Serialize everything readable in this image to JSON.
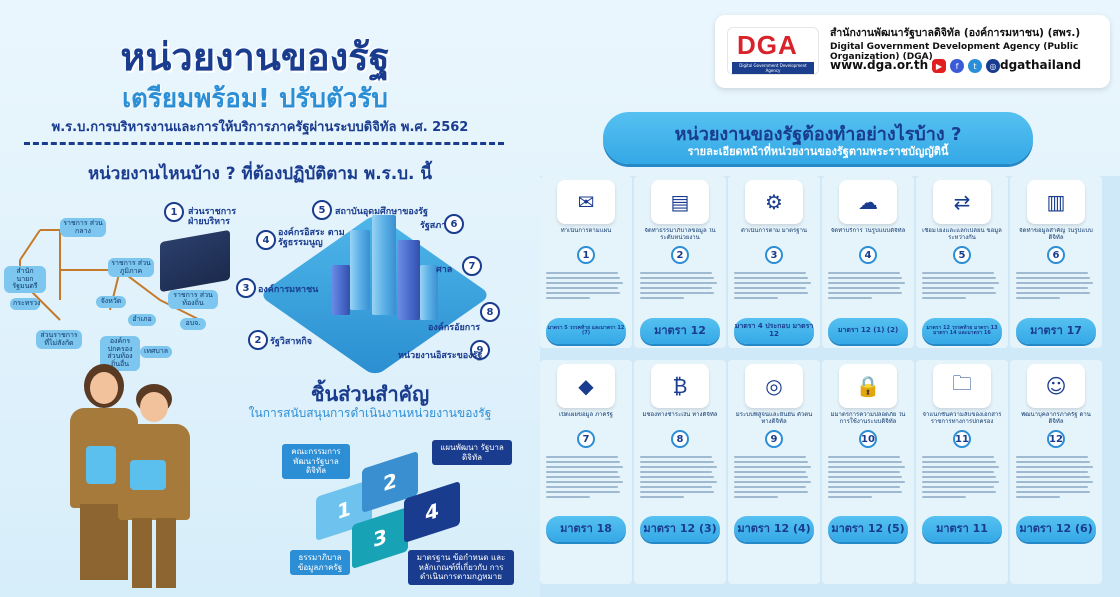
{
  "left": {
    "title": "หน่วยงานของรัฐ",
    "subtitle": "เตรียมพร้อม! ปรับตัวรับ",
    "decree": "พ.ร.บ.การบริหารงานและการให้บริการภาครัฐผ่านระบบดิจิทัล พ.ศ. 2562",
    "question": "หน่วยงานไหนบ้าง ? ที่ต้องปฏิบัติตาม พ.ร.บ. นี้",
    "org_chart": {
      "top_label": "ส่วนราชการ ฝ่ายบริหาร",
      "boxes": [
        "ราชการ ส่วนกลาง",
        "ราชการ ส่วนภูมิภาค",
        "ราชการ ส่วนท้องถิ่น",
        "สำนัก นายกรัฐมนตรี",
        "กระทรวง",
        "จังหวัด",
        "อำเภอ",
        "อบจ.",
        "เทศบาล",
        "ส่วนราชการที่ไม่สังกัด",
        "องค์กรปกครอง ส่วนท้องถิ่นอื่น"
      ]
    },
    "city_items": [
      {
        "num": "1",
        "label": "ส่วนราชการฝ่ายบริหาร"
      },
      {
        "num": "2",
        "label": "รัฐวิสาหกิจ"
      },
      {
        "num": "3",
        "label": "องค์การมหาชน"
      },
      {
        "num": "4",
        "label": "องค์กรอิสระ ตามรัฐธรรมนูญ"
      },
      {
        "num": "5",
        "label": "สถาบันอุดมศึกษาของรัฐ"
      },
      {
        "num": "6",
        "label": "รัฐสภา"
      },
      {
        "num": "7",
        "label": "ศาล"
      },
      {
        "num": "8",
        "label": "องค์กรอัยการ"
      },
      {
        "num": "9",
        "label": "หน่วยงานอิสระของรัฐ"
      }
    ],
    "components": {
      "title": "ชิ้นส่วนสำคัญ",
      "subtitle": "ในการสนับสนุนการดำเนินงานหน่วยงานของรัฐ",
      "tags": [
        "คณะกรรมการ พัฒนารัฐบาลดิจิทัล",
        "แผนพัฒนา รัฐบาลดิจิทัล",
        "ธรรมาภิบาล ข้อมูลภาครัฐ",
        "มาตรฐาน ข้อกำหนด และหลักเกณฑ์ที่เกี่ยวกับ การดำเนินการตามกฎหมาย"
      ],
      "pieces": [
        "1",
        "2",
        "3",
        "4"
      ]
    }
  },
  "dga": {
    "logo": "DGA",
    "logo_caption": "Digital Government Development Agency",
    "name_th": "สำนักงานพัฒนารัฐบาลดิจิทัล (องค์การมหาชน) (สพร.)",
    "name_en": "Digital Government Development Agency (Public Organization) (DGA)",
    "website": "www.dga.or.th",
    "handle": "dgathailand",
    "social_icons": [
      "youtube-icon",
      "facebook-icon",
      "twitter-icon",
      "instagram-icon"
    ],
    "colors": {
      "red": "#d8232a",
      "blue": "#1c3f8d"
    }
  },
  "right": {
    "banner_title": "หน่วยงานของรัฐต้องทำอย่างไรบ้าง ?",
    "banner_subtitle": "รายละเอียดหน้าที่หน่วยงานของรัฐตามพระราชบัญญัตินี้",
    "duties": [
      {
        "num": "1",
        "icon": "✉",
        "title": "ทำเนินการตามแผน",
        "section": "มาตรา 5 วรรคท้าย และมาตรา 12 (7)"
      },
      {
        "num": "2",
        "icon": "▤",
        "title": "จัดทำธรรมาภิบาลข้อมูล ในระดับหน่วยงาน",
        "section": "มาตรา 12"
      },
      {
        "num": "3",
        "icon": "⚙",
        "title": "ดำเนินการตาม มาตรฐาน",
        "section": "มาตรา 4 ประกอบ มาตรา 12"
      },
      {
        "num": "4",
        "icon": "☁",
        "title": "จัดทำบริการ ในรูปแบบดิจิทัล",
        "section": "มาตรา 12 (1) (2)"
      },
      {
        "num": "5",
        "icon": "⇄",
        "title": "เชื่อมโยงและแลกเปลี่ยน ข้อมูลระหว่างกัน",
        "section": "มาตรา 12 วรรคท้าย มาตรา 13 มาตรา 14 และมาตรา 16"
      },
      {
        "num": "6",
        "icon": "▥",
        "title": "จัดทำข้อมูลสำคัญ ในรูปแบบดิจิทัล",
        "section": "มาตรา 17"
      },
      {
        "num": "7",
        "icon": "◆",
        "title": "เปิดเผยข้อมูล ภาครัฐ",
        "section": "มาตรา 18"
      },
      {
        "num": "8",
        "icon": "₿",
        "title": "มีช่องทางชำระเงิน ทางดิจิทัล",
        "section": "มาตรา 12 (3)"
      },
      {
        "num": "9",
        "icon": "◎",
        "title": "มีระบบพิสูจน์และยืนยัน ตัวตนทางดิจิทัล",
        "section": "มาตรา 12 (4)"
      },
      {
        "num": "10",
        "icon": "🔒",
        "title": "มีมาตรการความปลอดภัย ในการใช้งานระบบดิจิทัล",
        "section": "มาตรา 12 (5)"
      },
      {
        "num": "11",
        "icon": "🗀",
        "title": "จำแนกชั้นความลับของเอกสาร ราชการทางการปกครอง",
        "section": "มาตรา 11"
      },
      {
        "num": "12",
        "icon": "☺",
        "title": "พัฒนาบุคลากรภาครัฐ ด้านดิจิทัล",
        "section": "มาตรา 12 (6)"
      }
    ]
  }
}
